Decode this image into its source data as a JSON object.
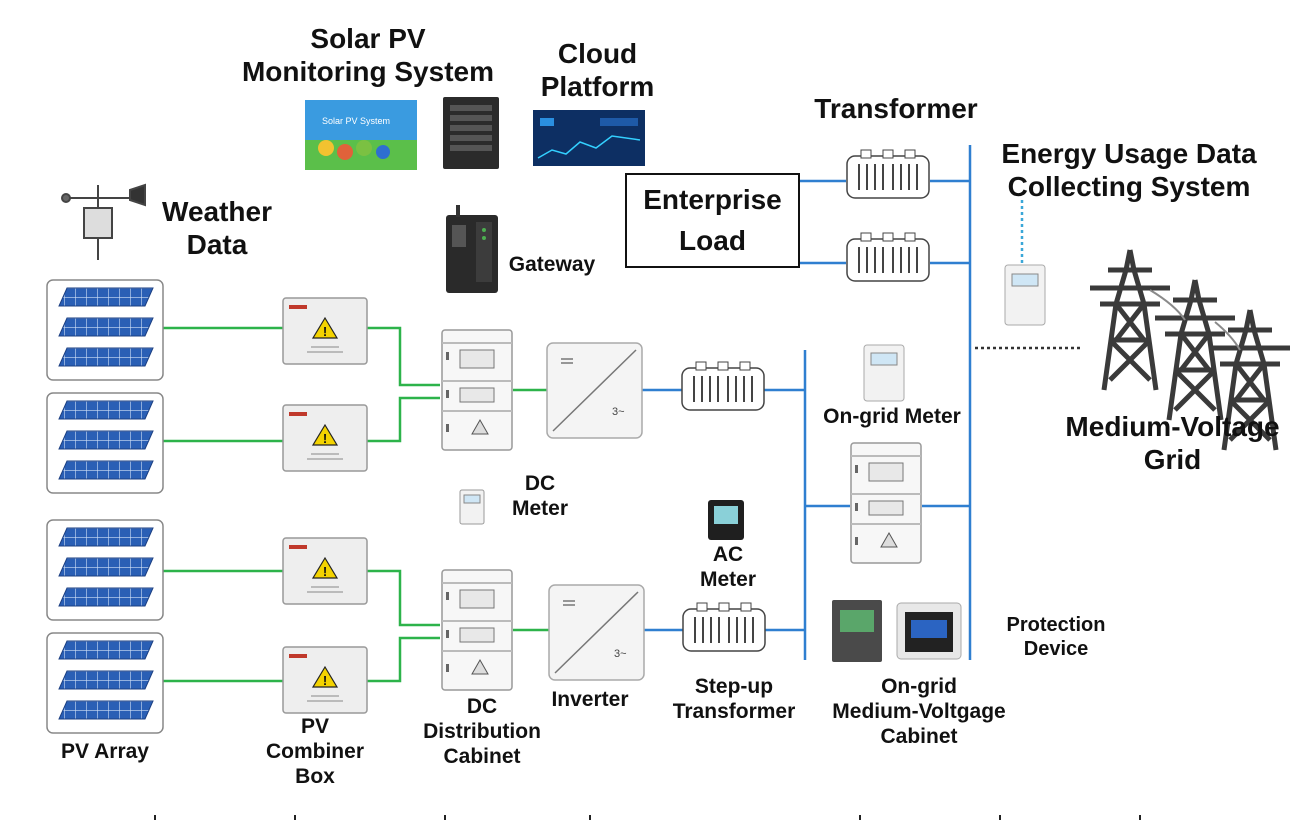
{
  "labels": {
    "solar_monitoring": "Solar PV\nMonitoring System",
    "cloud_platform": "Cloud\nPlatform",
    "transformer": "Transformer",
    "energy_usage": "Energy Usage Data\nCollecting System",
    "weather_data": "Weather\nData",
    "gateway": "Gateway",
    "enterprise_load_line1": "Enterprise",
    "enterprise_load_line2": "Load",
    "on_grid_meter": "On-grid Meter",
    "medium_voltage_grid": "Medium-Voltage\nGrid",
    "dc_meter": "DC\nMeter",
    "ac_meter": "AC\nMeter",
    "protection_device": "Protection\nDevice",
    "pv_array": "PV Array",
    "pv_combiner_box": "PV\nCombiner\nBox",
    "dc_distribution_cabinet": "DC\nDistribution\nCabinet",
    "inverter": "Inverter",
    "step_up_transformer": "Step-up\nTransformer",
    "on_grid_mv_cabinet": "On-grid\nMedium-Voltgage\nCabinet",
    "screen_text_1": "Solar PV System",
    "inverter_mark": "3~"
  },
  "colors": {
    "dc_line": "#2db34a",
    "ac_line": "#2f7fd0",
    "text": "#111111",
    "panel": "#2a5fb5"
  }
}
